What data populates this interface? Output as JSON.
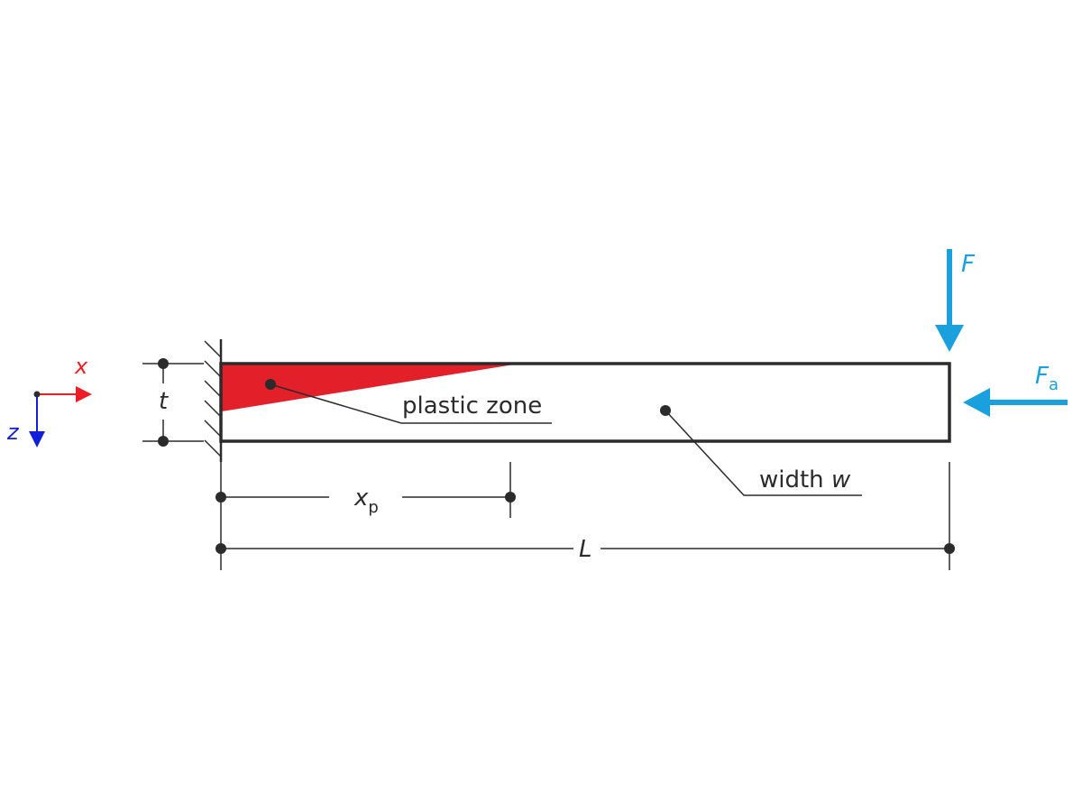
{
  "axes": {
    "x_label": "x",
    "z_label": "z"
  },
  "labels": {
    "thickness": "t",
    "plastic_zone": "plastic zone",
    "width_prefix": "width ",
    "width_symbol": "w",
    "xp_symbol": "x",
    "xp_subscript": "p",
    "length": "L",
    "force": "F",
    "axial_force_symbol": "F",
    "axial_force_subscript": "a"
  },
  "colors": {
    "beam": "#2b2b2b",
    "plastic_zone": "#e3202a",
    "force": "#1aa0dc",
    "x_axis": "#ee1c25",
    "z_axis": "#1020d8"
  }
}
